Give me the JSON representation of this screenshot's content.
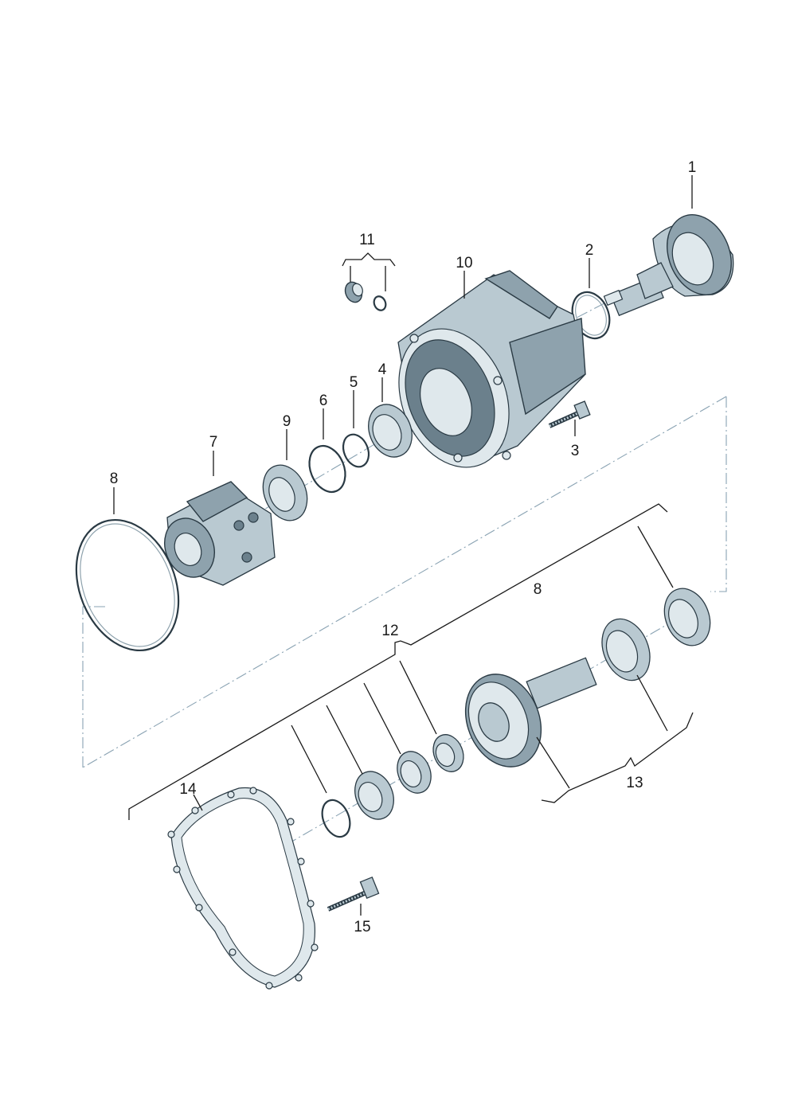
{
  "callouts": {
    "c1": "1",
    "c2": "2",
    "c3": "3",
    "c4": "4",
    "c5": "5",
    "c6": "6",
    "c7": "7",
    "c8a": "8",
    "c8b": "8",
    "c9": "9",
    "c10": "10",
    "c11": "11",
    "c12": "12",
    "c13": "13",
    "c14": "14",
    "c15": "15"
  },
  "colors": {
    "part_fill": "#b9c9d1",
    "part_shade": "#8ea2ad",
    "outline": "#2a3a44",
    "axis_line": "#8aa3b3"
  }
}
